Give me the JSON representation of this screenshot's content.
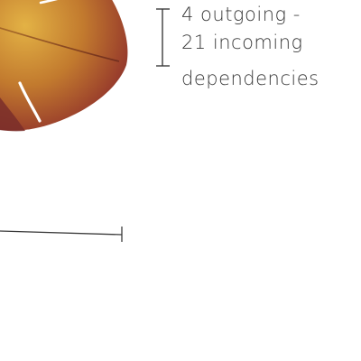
{
  "annotation": {
    "lines": [
      "4 outgoing -",
      "21 incoming",
      "dependencies"
    ]
  },
  "colors": {
    "ink": "#3a3a3a",
    "petal_dark": "#7a2a2a",
    "petal_mid": "#a85a28",
    "petal_light": "#d9a43a",
    "background": "#ffffff"
  }
}
